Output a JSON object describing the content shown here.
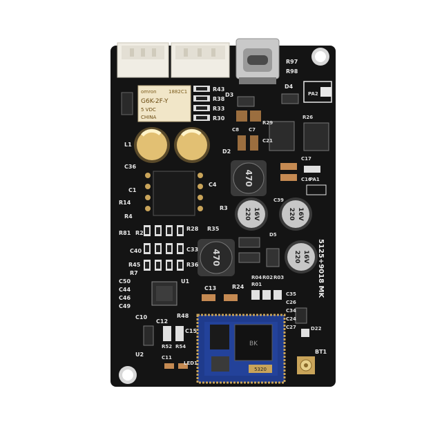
{
  "board": {
    "model_label": "5125+9018 MK",
    "colors": {
      "pcb": "#141414",
      "silkscreen": "#e8e8e8",
      "connector": "#f0ede4",
      "module_blue": "#1f3b8c",
      "gold": "#c9a45a",
      "relay": "#f1e6c8"
    }
  },
  "relay": {
    "brand": "omron",
    "part": "G6K-2F-Y",
    "code": "1882C1",
    "voltage": "5 VDC",
    "origin": "CHINA"
  },
  "inductors": [
    {
      "id": "ind-top",
      "value": "470"
    },
    {
      "id": "ind-bottom",
      "value": "470"
    }
  ],
  "capacitors": [
    {
      "id": "cap-1",
      "line1": "16V",
      "line2": "220"
    },
    {
      "id": "cap-2",
      "line1": "16V",
      "line2": "220"
    },
    {
      "id": "cap-3",
      "line1": "16V",
      "line2": "220"
    }
  ],
  "bt_module": {
    "chip_text": "BK",
    "small_text": "5320"
  },
  "labels": {
    "R43": "R43",
    "R38": "R38",
    "R33": "R33",
    "R30": "R30",
    "D3": "D3",
    "D4": "D4",
    "R97": "R97",
    "R98": "R98",
    "PA2": "PA2",
    "R26": "R26",
    "R29": "R29",
    "C21": "C21",
    "C8": "C8",
    "C7": "C7",
    "L1": "L1",
    "D2": "D2",
    "C36": "C36",
    "C17": "C17",
    "C16": "C16",
    "PA1": "PA1",
    "C1": "C1",
    "R14": "R14",
    "C4": "C4",
    "R4": "R4",
    "R3": "R3",
    "C39": "C39",
    "R81": "R81",
    "R2": "R2",
    "R28": "R28",
    "R35": "R35",
    "D5": "D5",
    "C40": "C40",
    "C33": "C33",
    "R45": "R45",
    "R7": "R7",
    "R36": "R36",
    "U1": "U1",
    "R24": "R24",
    "C13": "C13",
    "R01": "R01",
    "R02": "R02",
    "R03": "R03",
    "R04": "R04",
    "C50": "C50",
    "C44": "C44",
    "C46": "C46",
    "C49": "C49",
    "C10": "C10",
    "C12": "C12",
    "R48": "R48",
    "C15": "C15",
    "R52": "R52",
    "R54": "R54",
    "C35": "C35",
    "C26": "C26",
    "C34": "C34",
    "C24": "C24",
    "C27": "C27",
    "D22": "D22",
    "C11": "C11",
    "U2": "U2",
    "LED1": "LED1",
    "BT1": "BT1"
  }
}
